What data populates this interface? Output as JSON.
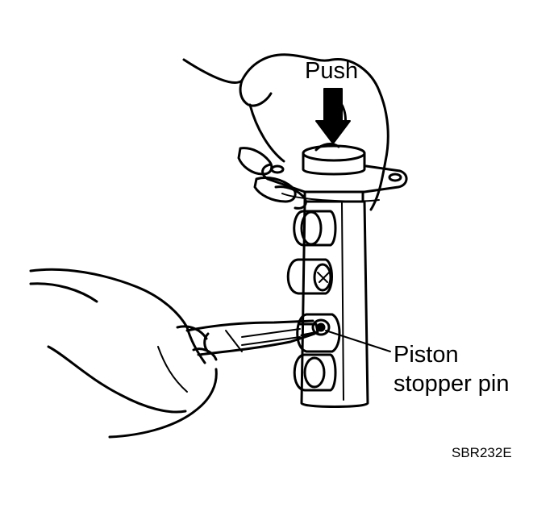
{
  "labels": {
    "push": "Push",
    "piston_line1": "Piston",
    "piston_line2": "stopper pin",
    "figure_code": "SBR232E"
  },
  "colors": {
    "ink": "#000000",
    "paper": "#ffffff"
  },
  "icons": {
    "push_arrow": "arrow-down-icon"
  }
}
